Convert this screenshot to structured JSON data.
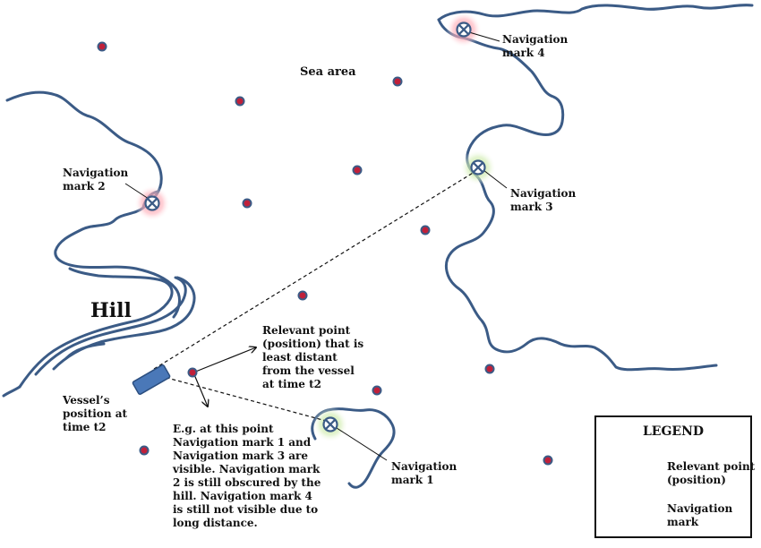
{
  "labels": {
    "sea_area": "Sea area",
    "hill": "Hill",
    "nav_mark_1": [
      "Navigation",
      "mark 1"
    ],
    "nav_mark_2": [
      "Navigation",
      "mark 2"
    ],
    "nav_mark_3": [
      "Navigation",
      "mark 3"
    ],
    "nav_mark_4": [
      "Navigation",
      "mark 4"
    ],
    "vessel": [
      "Vessel’s",
      "position at",
      "time t2"
    ],
    "relevant_point": [
      "Relevant point",
      "(position) that is",
      "least distant",
      "from the vessel",
      "at time t2"
    ],
    "example": [
      "E.g. at this point",
      "Navigation mark 1 and",
      "Navigation mark 3 are",
      "visible. Navigation mark",
      "2 is still obscured by the",
      "hill. Navigation mark 4",
      "is still not visible due to",
      "long distance."
    ]
  },
  "legend": {
    "title": "LEGEND",
    "relevant_point": [
      "Relevant point",
      "(position)"
    ],
    "navigation_mark": [
      "Navigation",
      "mark"
    ]
  },
  "colors": {
    "coast": "#3b5b86",
    "point": "#c0203a",
    "vessel": "#4a78b8",
    "glow_red": "#ff9aa6",
    "glow_green": "#b7e08a"
  }
}
